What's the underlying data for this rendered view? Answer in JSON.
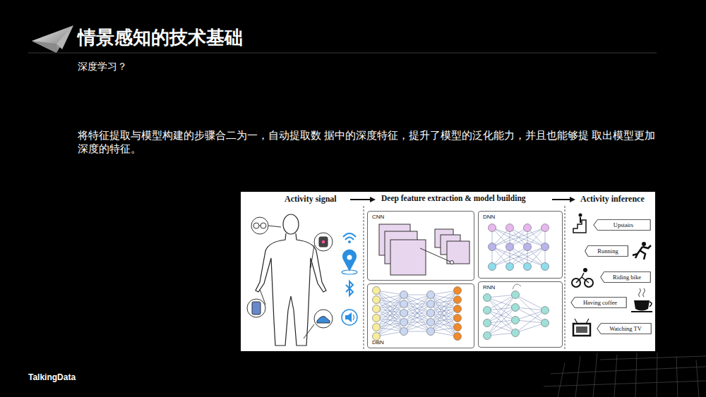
{
  "diagram": {
    "title": "情景感知的技术基础",
    "nodes": [
      {
        "text": [
          "CNN"
        ]
      },
      {
        "text": [
          "DNN"
        ]
      },
      {
        "text": [
          "DBN"
        ]
      },
      {
        "text": [
          "RNN"
        ]
      },
      {
        "text": [
          "Upstairs"
        ]
      },
      {
        "text": [
          "Running"
        ]
      },
      {
        "text": [
          "Riding bike"
        ]
      },
      {
        "text": [
          "Having coffee"
        ]
      },
      {
        "text": [
          "Watching TV"
        ]
      }
    ],
    "labels": [
      "深度学习？",
      "将特征提取与模型构建的步骤合二为一，自动提取数 据中的深度特征，提升了模型的泛化能力，并且也能够提 取出模型更加深度的特征。",
      "Activity signal",
      "Deep feature extraction & model building",
      "Activity inference",
      "TalkingData"
    ]
  }
}
